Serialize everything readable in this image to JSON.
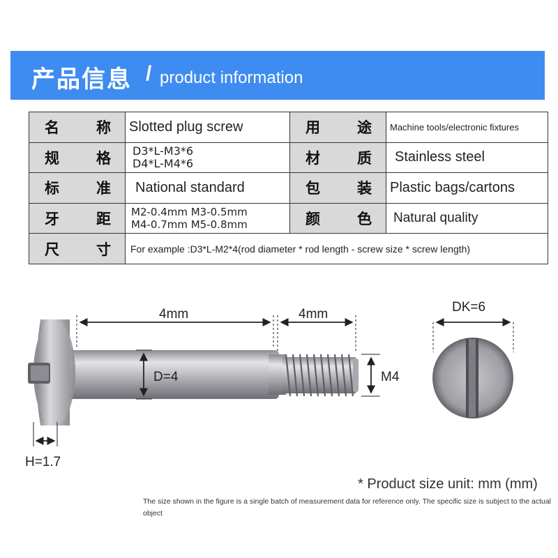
{
  "header": {
    "title_cn": "产品信息",
    "slash": "/",
    "title_en": "product information"
  },
  "table": {
    "rows": [
      {
        "l1": [
          "名",
          "称"
        ],
        "v1": "Slotted plug screw",
        "l2": [
          "用",
          "途"
        ],
        "v2": "Machine tools/electronic fixtures"
      },
      {
        "l1": [
          "规",
          "格"
        ],
        "v1a": "D3*L-M3*6",
        "v1b": "D4*L-M4*6",
        "l2": [
          "材",
          "质"
        ],
        "v2": "Stainless steel"
      },
      {
        "l1": [
          "标",
          "准"
        ],
        "v1": "National standard",
        "l2": [
          "包",
          "装"
        ],
        "v2": "Plastic bags/cartons"
      },
      {
        "l1": [
          "牙",
          "距"
        ],
        "v1a": "M2-0.4mm M3-0.5mm",
        "v1b": "M4-0.7mm M5-0.8mm",
        "l2": [
          "颜",
          "色"
        ],
        "v2": "Natural quality"
      },
      {
        "l1": [
          "尺",
          "寸"
        ],
        "v1": "For example :D3*L-M2*4(rod diameter * rod length - screw size * screw length)"
      }
    ]
  },
  "diagram": {
    "rod_length": "4mm",
    "thread_length": "4mm",
    "rod_diameter": "D=4",
    "thread_size": "M4",
    "head_height": "H=1.7",
    "head_diameter": "DK=6"
  },
  "notes": {
    "unit": "* Product size unit: mm (mm)",
    "disclaimer": "The size shown in the figure is a single batch of measurement data for reference only. The specific size is subject to the actual object"
  },
  "colors": {
    "banner": "#3f8cf0",
    "label_bg": "#d9d9d9",
    "metal": "#b8b8bc"
  }
}
